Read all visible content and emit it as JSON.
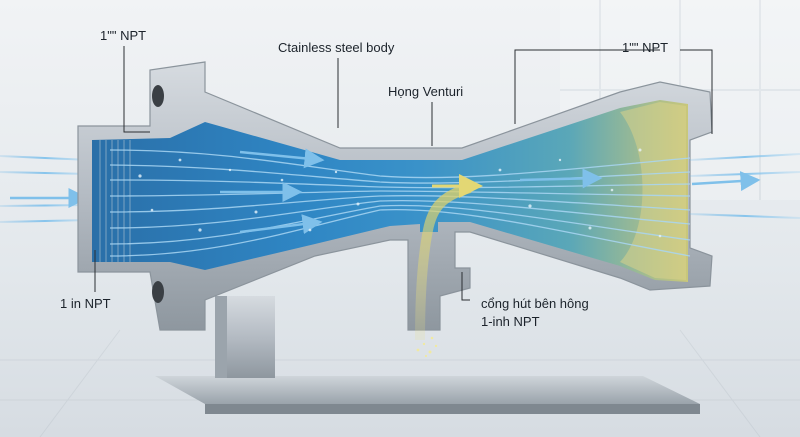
{
  "labels": {
    "inlet_top": "1\"\" NPT",
    "body": "Ctainless steel body",
    "throat": "Họng Venturi",
    "outlet": "1\"\" NPT",
    "inlet_bottom": "1 in NPT",
    "side_port_line1": "cổng hút bên hông",
    "side_port_line2": "1-inh NPT"
  },
  "colors": {
    "background": "#e9edf1",
    "steel": "#b7bec6",
    "steel_dark": "#7d868f",
    "flow_blue": "#2f86c4",
    "flow_yellow": "#d9cf6a",
    "leader_line": "#2b2f33"
  }
}
